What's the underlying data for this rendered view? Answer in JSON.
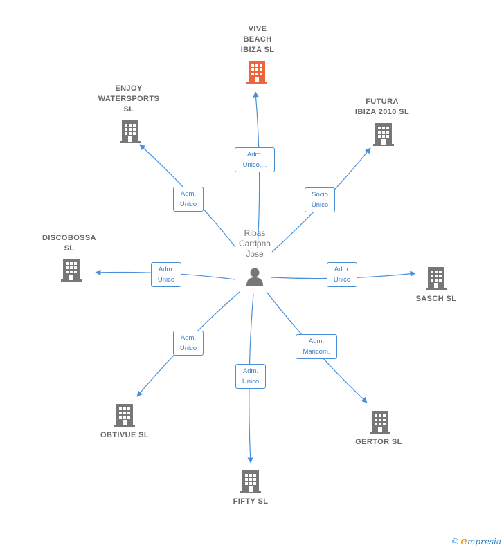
{
  "center": {
    "name_lines": [
      "Ribas",
      "Cardona",
      "Jose"
    ]
  },
  "companies": [
    {
      "id": "vive",
      "lines": [
        "VIVE",
        "BEACH",
        "IBIZA  SL"
      ],
      "highlight": true
    },
    {
      "id": "enjoy",
      "lines": [
        "ENJOY",
        "WATERSPORTS",
        "SL"
      ],
      "highlight": false
    },
    {
      "id": "futura",
      "lines": [
        "FUTURA",
        "IBIZA 2010 SL"
      ],
      "highlight": false
    },
    {
      "id": "discobossa",
      "lines": [
        "DISCOBOSSA",
        "SL"
      ],
      "highlight": false
    },
    {
      "id": "sasch",
      "lines": [
        "SASCH  SL"
      ],
      "highlight": false
    },
    {
      "id": "obtivue",
      "lines": [
        "OBTIVUE  SL"
      ],
      "highlight": false
    },
    {
      "id": "fifty",
      "lines": [
        "FIFTY SL"
      ],
      "highlight": false
    },
    {
      "id": "gertor",
      "lines": [
        "GERTOR  SL"
      ],
      "highlight": false
    }
  ],
  "edges": [
    {
      "to": "vive",
      "label_lines": [
        "Adm.",
        "Unico,..."
      ]
    },
    {
      "to": "enjoy",
      "label_lines": [
        "Adm.",
        "Unico"
      ]
    },
    {
      "to": "futura",
      "label_lines": [
        "Socio",
        "Único"
      ]
    },
    {
      "to": "discobossa",
      "label_lines": [
        "Adm.",
        "Unico"
      ]
    },
    {
      "to": "sasch",
      "label_lines": [
        "Adm.",
        "Unico"
      ]
    },
    {
      "to": "obtivue",
      "label_lines": [
        "Adm.",
        "Unico"
      ]
    },
    {
      "to": "fifty",
      "label_lines": [
        "Adm.",
        "Unico"
      ]
    },
    {
      "to": "gertor",
      "label_lines": [
        "Adm.",
        "Mancom."
      ]
    }
  ],
  "colors": {
    "edge": "#4a90d9",
    "building": "#777777",
    "building_highlight": "#f0643c",
    "person": "#777777"
  },
  "icons": {
    "company": "building-icon",
    "person": "person-icon",
    "copyright": "copyright-icon"
  },
  "footer": {
    "copyright_symbol": "©",
    "brand_initial": "e",
    "brand_rest": "mpresia"
  }
}
